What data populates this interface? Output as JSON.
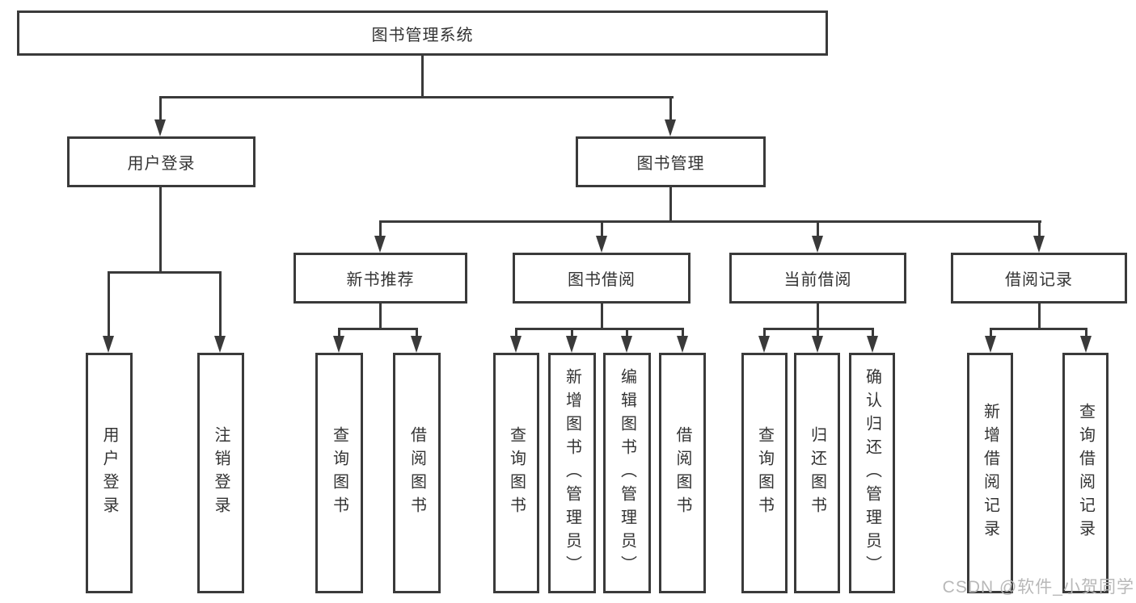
{
  "tree": {
    "root": {
      "label": "图书管理系统"
    },
    "branches": [
      {
        "label": "用户登录",
        "children": [
          {
            "label": "用户登录"
          },
          {
            "label": "注销登录"
          }
        ]
      },
      {
        "label": "图书管理",
        "sections": [
          {
            "label": "新书推荐",
            "children": [
              {
                "label": "查询图书"
              },
              {
                "label": "借阅图书"
              }
            ]
          },
          {
            "label": "图书借阅",
            "children": [
              {
                "label": "查询图书"
              },
              {
                "label": "新增图书（管理员）"
              },
              {
                "label": "编辑图书（管理员）"
              },
              {
                "label": "借阅图书"
              }
            ]
          },
          {
            "label": "当前借阅",
            "children": [
              {
                "label": "查询图书"
              },
              {
                "label": "归还图书"
              },
              {
                "label": "确认归还（管理员）"
              }
            ]
          },
          {
            "label": "借阅记录",
            "children": [
              {
                "label": "新增借阅记录"
              },
              {
                "label": "查询借阅记录"
              }
            ]
          }
        ]
      }
    ]
  },
  "watermark": {
    "text": "CSDN @软件_小贺同学",
    "color": "#b8b8b8"
  },
  "colors": {
    "line": "#3a3a3a",
    "text": "#333333",
    "background": "#ffffff"
  }
}
